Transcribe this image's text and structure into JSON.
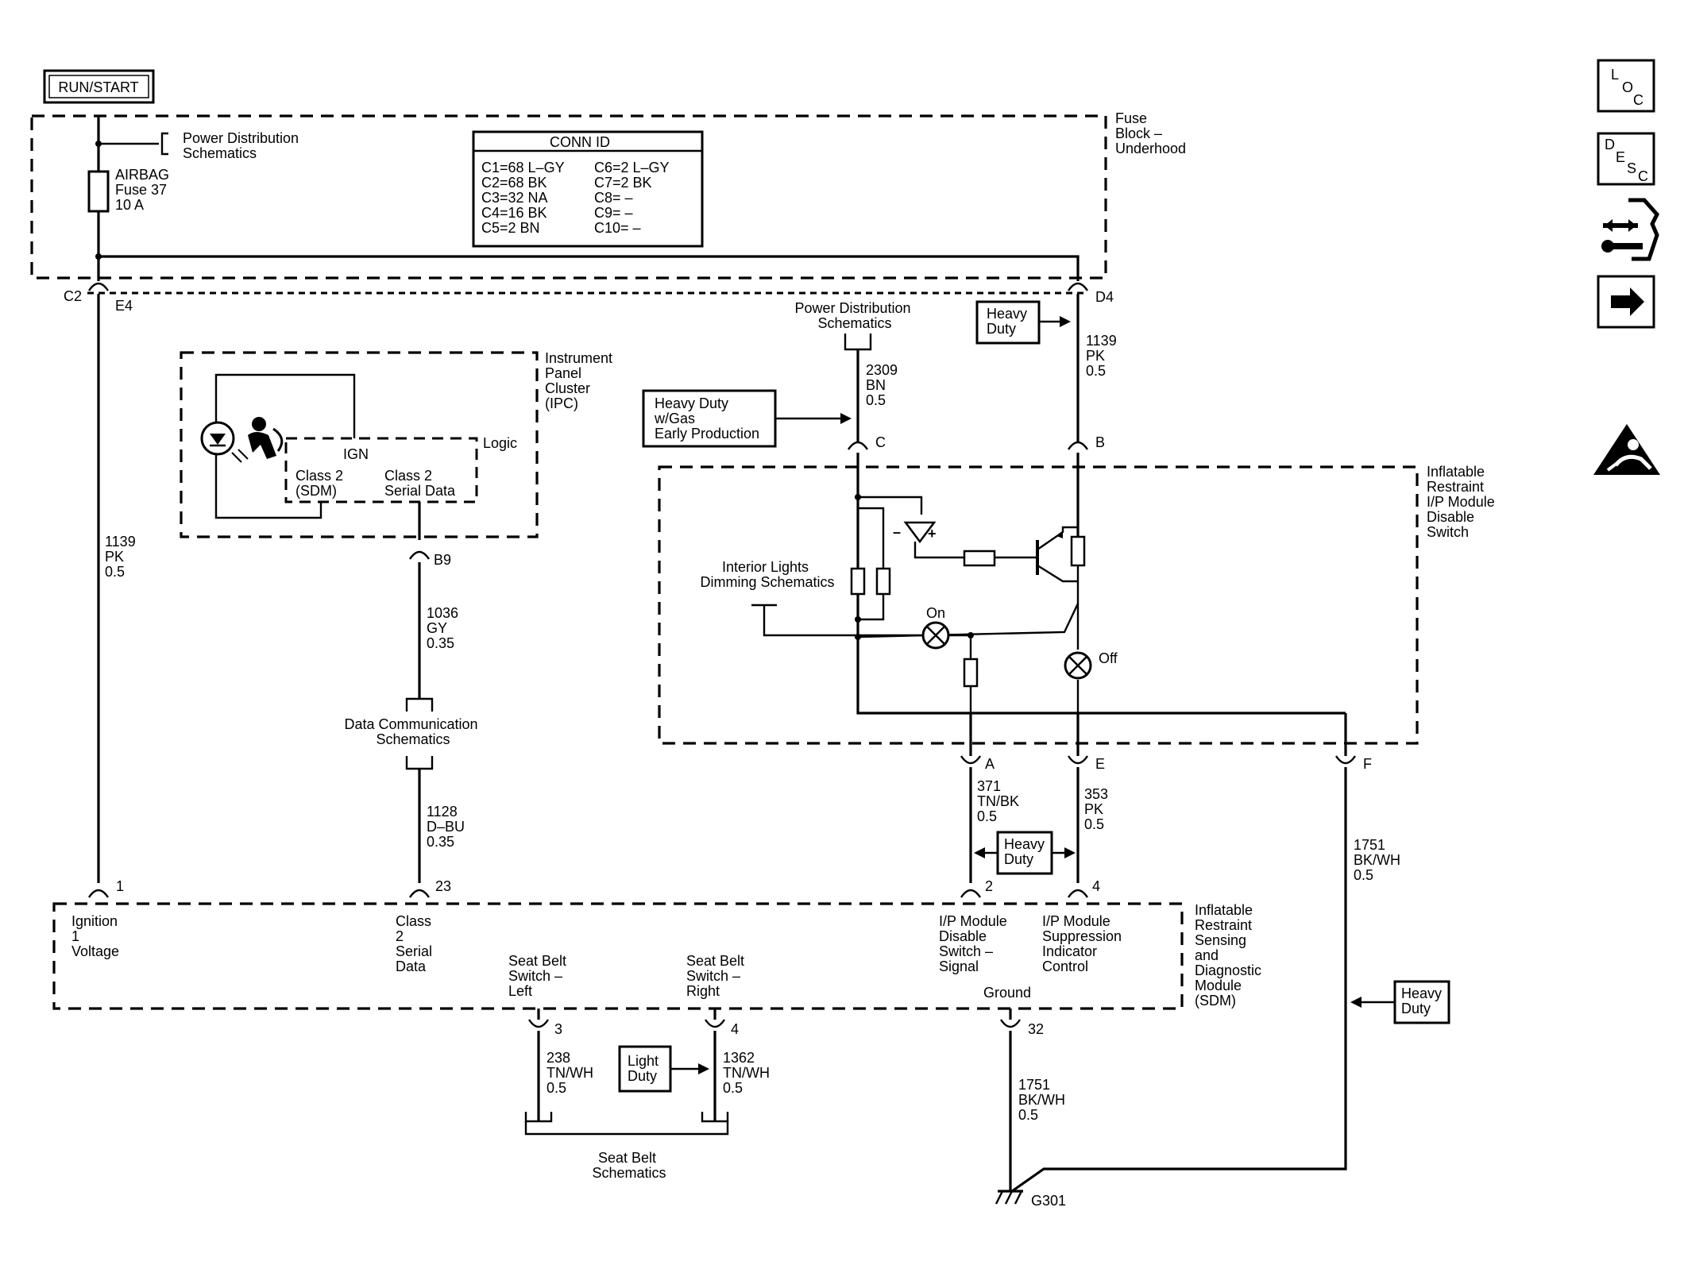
{
  "run_start_label": "RUN/START",
  "fuse_block": {
    "name": [
      "Fuse",
      "Block –",
      "Underhood"
    ]
  },
  "power_dist_top": [
    "Power Distribution",
    "Schematics"
  ],
  "fuse": {
    "lines": [
      "AIRBAG",
      "Fuse 37",
      "10 A"
    ]
  },
  "conn_id": {
    "title": "CONN ID",
    "left": [
      "C1=68 L–GY",
      "C2=68 BK",
      "C3=32 NA",
      "C4=16 BK",
      "C5=2 BN"
    ],
    "right": [
      "C6=2 L–GY",
      "C7=2 BK",
      "C8= –",
      "C9= –",
      "C10= –"
    ]
  },
  "connectors": {
    "c2": "C2",
    "e4": "E4",
    "d4": "D4",
    "b9": "B9",
    "c": "C",
    "b": "B",
    "a": "A",
    "e": "E",
    "f": "F",
    "sdm_1": "1",
    "sdm_23": "23",
    "sdm_2": "2",
    "sdm_4": "4",
    "sdm_3": "3",
    "sdm_4b": "4",
    "sdm_32": "32"
  },
  "power_dist_mid": [
    "Power Distribution",
    "Schematics"
  ],
  "heavy_duty_top": [
    "Heavy",
    "Duty"
  ],
  "heavy_duty_gas": [
    "Heavy Duty",
    "w/Gas",
    "Early Production"
  ],
  "ipc": {
    "name": [
      "Instrument",
      "Panel",
      "Cluster",
      "(IPC)"
    ],
    "logic": "Logic",
    "ign": "IGN",
    "class2_sdm": [
      "Class 2",
      "(SDM)"
    ],
    "class2_serial": [
      "Class 2",
      "Serial Data"
    ]
  },
  "wires": {
    "w1139_left": [
      "1139",
      "PK",
      "0.5"
    ],
    "w1139_right": [
      "1139",
      "PK",
      "0.5"
    ],
    "w2309": [
      "2309",
      "BN",
      "0.5"
    ],
    "w1036": [
      "1036",
      "GY",
      "0.35"
    ],
    "w1128": [
      "1128",
      "D–BU",
      "0.35"
    ],
    "w371": [
      "371",
      "TN/BK",
      "0.5"
    ],
    "w353": [
      "353",
      "PK",
      "0.5"
    ],
    "w1751_right": [
      "1751",
      "BK/WH",
      "0.5"
    ],
    "w238": [
      "238",
      "TN/WH",
      "0.5"
    ],
    "w1362": [
      "1362",
      "TN/WH",
      "0.5"
    ],
    "w1751_ground": [
      "1751",
      "BK/WH",
      "0.5"
    ]
  },
  "data_comm": [
    "Data Communication",
    "Schematics"
  ],
  "switch_module": {
    "name": [
      "Inflatable",
      "Restraint",
      "I/P Module",
      "Disable",
      "Switch"
    ],
    "on": "On",
    "off": "Off",
    "interior_lights": [
      "Interior Lights",
      "Dimming Schematics"
    ]
  },
  "heavy_duty_mid": [
    "Heavy",
    "Duty"
  ],
  "heavy_duty_right": [
    "Heavy",
    "Duty"
  ],
  "light_duty": [
    "Light",
    "Duty"
  ],
  "sdm": {
    "name": [
      "Inflatable",
      "Restraint",
      "Sensing",
      "and",
      "Diagnostic",
      "Module",
      "(SDM)"
    ],
    "ignition": [
      "Ignition",
      "1",
      "Voltage"
    ],
    "class2": [
      "Class",
      "2",
      "Serial",
      "Data"
    ],
    "disable_signal": [
      "I/P Module",
      "Disable",
      "Switch –",
      "Signal"
    ],
    "suppression": [
      "I/P Module",
      "Suppression",
      "Indicator",
      "Control"
    ],
    "ground": "Ground",
    "seatbelt_left": [
      "Seat Belt",
      "Switch –",
      "Left"
    ],
    "seatbelt_right": [
      "Seat Belt",
      "Switch –",
      "Right"
    ]
  },
  "seat_belt_schematics": [
    "Seat Belt",
    "Schematics"
  ],
  "ground_label": "G301",
  "nav": {
    "loc": [
      "L",
      "O",
      "C"
    ],
    "desc": [
      "D",
      "E",
      "S",
      "C"
    ]
  }
}
